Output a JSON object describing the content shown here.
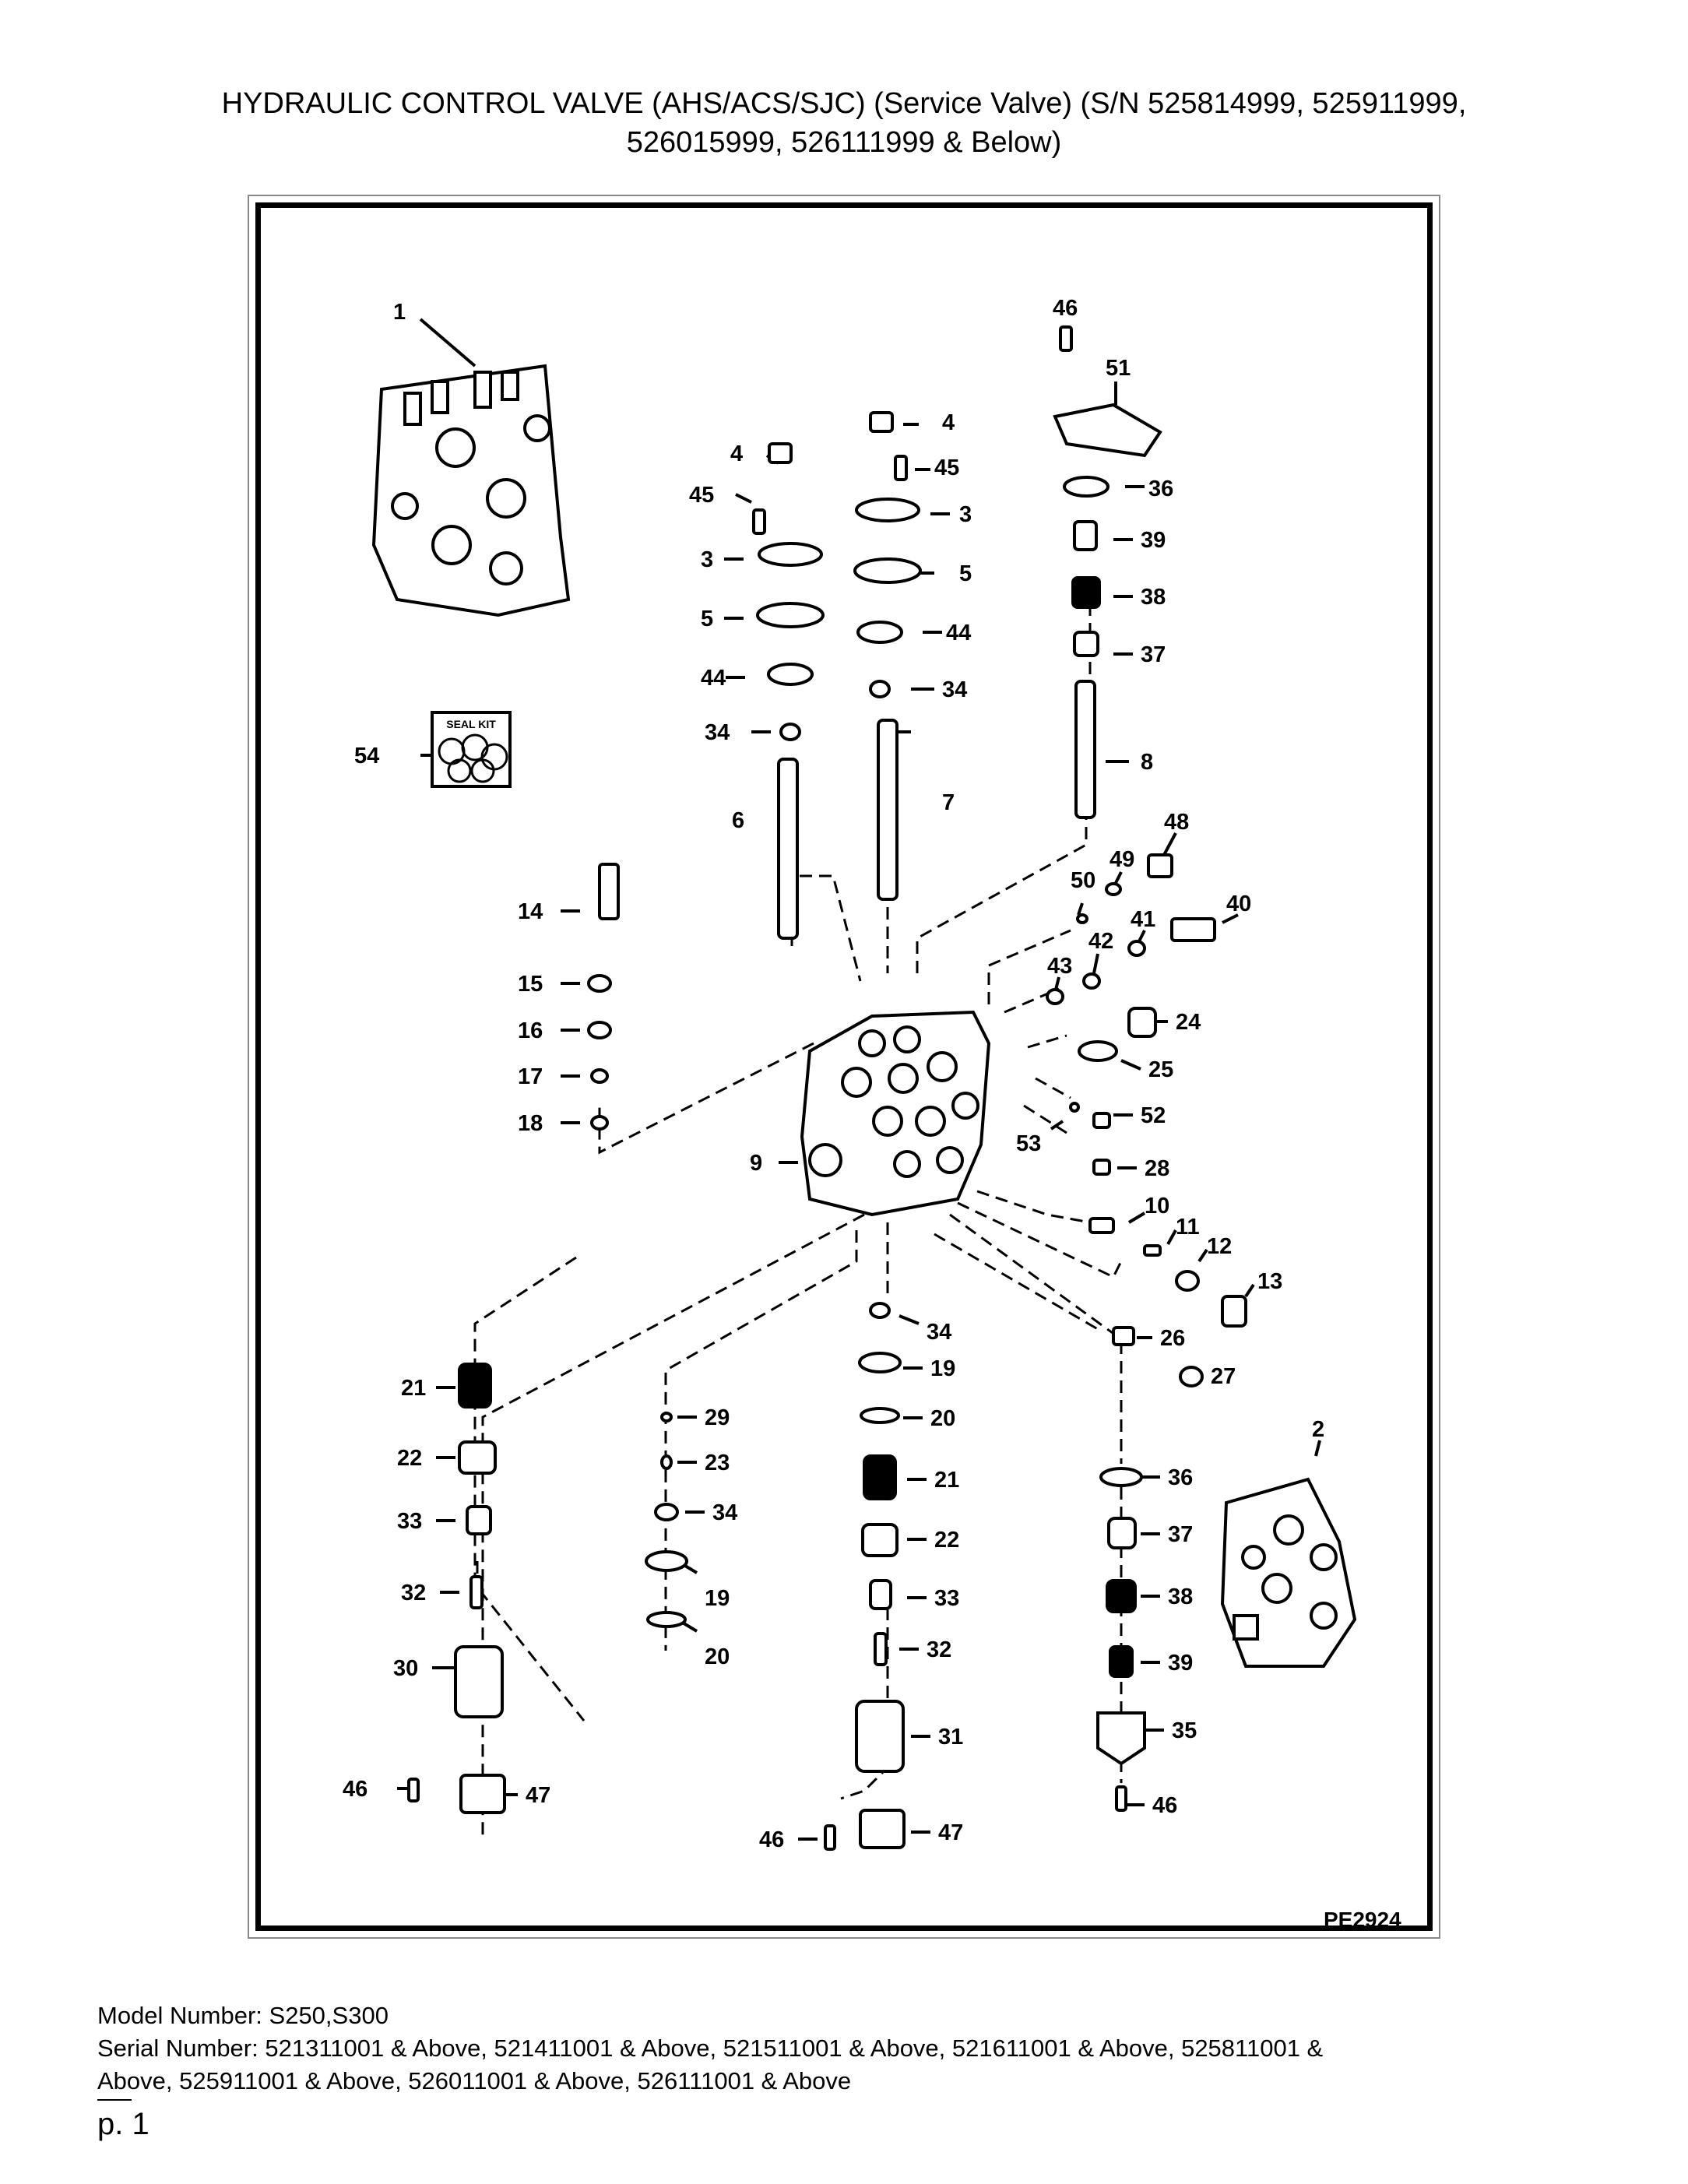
{
  "title": {
    "line1": "HYDRAULIC CONTROL VALVE (AHS/ACS/SJC) (Service Valve) (S/N 525814999, 525911999,",
    "line2": "526015999, 526111999 & Below)"
  },
  "diagram": {
    "code": "PE2924",
    "seal_kit_label": "SEAL KIT",
    "callouts": [
      {
        "id": "c1",
        "label": "1"
      },
      {
        "id": "c46a",
        "label": "46"
      },
      {
        "id": "c51",
        "label": "51"
      },
      {
        "id": "c4a",
        "label": "4"
      },
      {
        "id": "c4b",
        "label": "4"
      },
      {
        "id": "c45a",
        "label": "45"
      },
      {
        "id": "c45b",
        "label": "45"
      },
      {
        "id": "c36a",
        "label": "36"
      },
      {
        "id": "c3a",
        "label": "3"
      },
      {
        "id": "c3b",
        "label": "3"
      },
      {
        "id": "c39a",
        "label": "39"
      },
      {
        "id": "c5a",
        "label": "5"
      },
      {
        "id": "c5b",
        "label": "5"
      },
      {
        "id": "c38a",
        "label": "38"
      },
      {
        "id": "c44a",
        "label": "44"
      },
      {
        "id": "c44b",
        "label": "44"
      },
      {
        "id": "c37a",
        "label": "37"
      },
      {
        "id": "c34a",
        "label": "34"
      },
      {
        "id": "c34b",
        "label": "34"
      },
      {
        "id": "c54",
        "label": "54"
      },
      {
        "id": "c8",
        "label": "8"
      },
      {
        "id": "c6",
        "label": "6"
      },
      {
        "id": "c7",
        "label": "7"
      },
      {
        "id": "c48",
        "label": "48"
      },
      {
        "id": "c49",
        "label": "49"
      },
      {
        "id": "c50",
        "label": "50"
      },
      {
        "id": "c14",
        "label": "14"
      },
      {
        "id": "c40",
        "label": "40"
      },
      {
        "id": "c41",
        "label": "41"
      },
      {
        "id": "c42",
        "label": "42"
      },
      {
        "id": "c43",
        "label": "43"
      },
      {
        "id": "c15",
        "label": "15"
      },
      {
        "id": "c24",
        "label": "24"
      },
      {
        "id": "c16",
        "label": "16"
      },
      {
        "id": "c25",
        "label": "25"
      },
      {
        "id": "c17",
        "label": "17"
      },
      {
        "id": "c52",
        "label": "52"
      },
      {
        "id": "c18",
        "label": "18"
      },
      {
        "id": "c53",
        "label": "53"
      },
      {
        "id": "c9",
        "label": "9"
      },
      {
        "id": "c28",
        "label": "28"
      },
      {
        "id": "c10",
        "label": "10"
      },
      {
        "id": "c11",
        "label": "11"
      },
      {
        "id": "c12",
        "label": "12"
      },
      {
        "id": "c13",
        "label": "13"
      },
      {
        "id": "c34c",
        "label": "34"
      },
      {
        "id": "c26",
        "label": "26"
      },
      {
        "id": "c19a",
        "label": "19"
      },
      {
        "id": "c27",
        "label": "27"
      },
      {
        "id": "c21a",
        "label": "21"
      },
      {
        "id": "c29",
        "label": "29"
      },
      {
        "id": "c20a",
        "label": "20"
      },
      {
        "id": "c2",
        "label": "2"
      },
      {
        "id": "c22a",
        "label": "22"
      },
      {
        "id": "c23",
        "label": "23"
      },
      {
        "id": "c21b",
        "label": "21"
      },
      {
        "id": "c36b",
        "label": "36"
      },
      {
        "id": "c34d",
        "label": "34"
      },
      {
        "id": "c33a",
        "label": "33"
      },
      {
        "id": "c22b",
        "label": "22"
      },
      {
        "id": "c37b",
        "label": "37"
      },
      {
        "id": "c19b",
        "label": "19"
      },
      {
        "id": "c32a",
        "label": "32"
      },
      {
        "id": "c33b",
        "label": "33"
      },
      {
        "id": "c38b",
        "label": "38"
      },
      {
        "id": "c20b",
        "label": "20"
      },
      {
        "id": "c32b",
        "label": "32"
      },
      {
        "id": "c30",
        "label": "30"
      },
      {
        "id": "c39b",
        "label": "39"
      },
      {
        "id": "c31",
        "label": "31"
      },
      {
        "id": "c35",
        "label": "35"
      },
      {
        "id": "c46b",
        "label": "46"
      },
      {
        "id": "c47a",
        "label": "47"
      },
      {
        "id": "c46c",
        "label": "46"
      },
      {
        "id": "c46d",
        "label": "46"
      },
      {
        "id": "c47b",
        "label": "47"
      }
    ]
  },
  "footer": {
    "model": "Model Number: S250,S300",
    "serial_line1": "Serial Number: 521311001 & Above, 521411001 & Above, 521511001 & Above, 521611001 & Above, 525811001 &",
    "serial_line2": "Above, 525911001 & Above, 526011001 & Above, 526111001 & Above",
    "page": "p. 1"
  }
}
